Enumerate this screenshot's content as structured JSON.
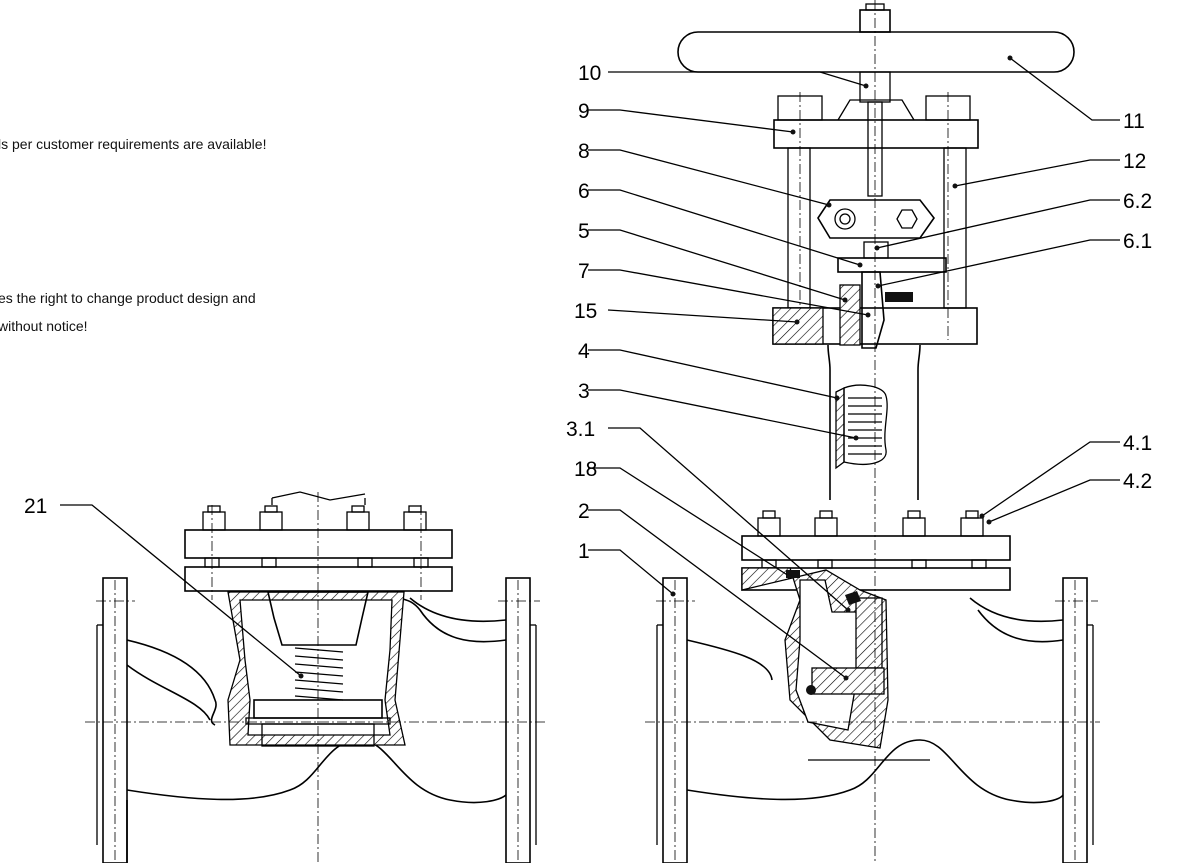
{
  "notes": [
    "ls per customer requirements are available!",
    "es the right to change product design and",
    "without notice!"
  ],
  "callouts": [
    "10",
    "9",
    "8",
    "6",
    "5",
    "7",
    "15",
    "4",
    "3",
    "3.1",
    "18",
    "2",
    "1",
    "11",
    "12",
    "6.2",
    "6.1",
    "4.1",
    "4.2",
    "21"
  ]
}
